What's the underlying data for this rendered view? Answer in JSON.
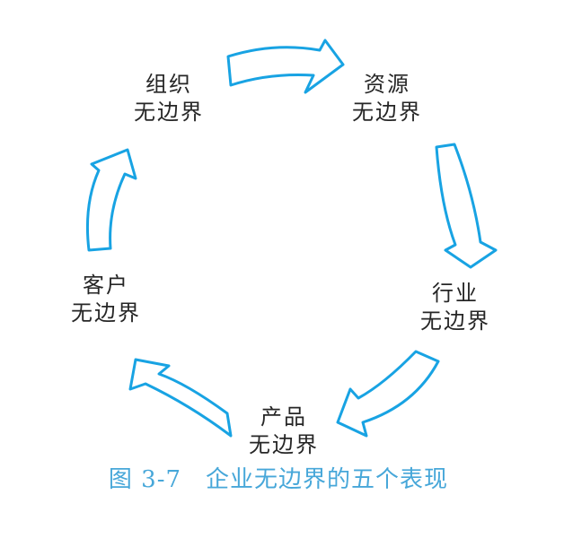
{
  "figure": {
    "caption": "图 3-7　企业无边界的五个表现",
    "caption_color": "#47a7d9",
    "arrow_color": "#18a3e3",
    "text_color": "#262626",
    "background_color": "#ffffff",
    "nodes": [
      {
        "id": "organization",
        "lines": [
          "组织",
          "无边界"
        ]
      },
      {
        "id": "resource",
        "lines": [
          "资源",
          "无边界"
        ]
      },
      {
        "id": "industry",
        "lines": [
          "行业",
          "无边界"
        ]
      },
      {
        "id": "product",
        "lines": [
          "产品",
          "无边界"
        ]
      },
      {
        "id": "customer",
        "lines": [
          "客户",
          "无边界"
        ]
      }
    ],
    "arrows": [
      {
        "name": "organization-to-resource",
        "from": "组织无边界",
        "to": "资源无边界",
        "direction": "right"
      },
      {
        "name": "resource-to-industry",
        "from": "资源无边界",
        "to": "行业无边界",
        "direction": "down"
      },
      {
        "name": "industry-to-product",
        "from": "行业无边界",
        "to": "产品无边界",
        "direction": "down-left"
      },
      {
        "name": "product-to-customer",
        "from": "产品无边界",
        "to": "客户无边界",
        "direction": "up-left"
      },
      {
        "name": "customer-to-organization",
        "from": "客户无边界",
        "to": "组织无边界",
        "direction": "up"
      }
    ]
  }
}
